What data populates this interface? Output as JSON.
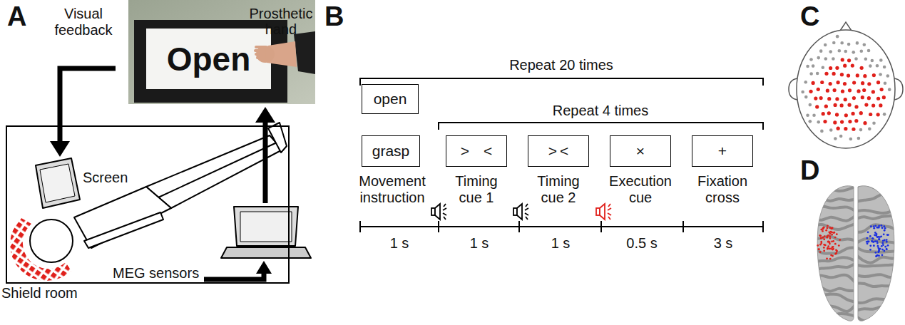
{
  "diagram": {
    "nodes": [
      {
        "text": [
          "Prosthetic hand"
        ]
      },
      {
        "text": [
          "Open"
        ],
        "in": 0
      },
      {
        "text": [
          "Shield room"
        ]
      },
      {
        "text": [
          "open"
        ]
      },
      {
        "text": [
          "grasp"
        ]
      },
      {
        "text": [
          "> <"
        ]
      },
      {
        "text": [
          "> <"
        ]
      },
      {
        "text": [
          "×"
        ]
      },
      {
        "text": [
          "+"
        ]
      }
    ],
    "labels": [
      "A",
      "Visual feedback",
      "Screen",
      "MEG sensors",
      "B",
      "Repeat 20 times",
      "Repeat 4 times",
      "Movement instruction",
      "Timing cue 1",
      "Timing cue 2",
      "Execution cue",
      "Fixation cross",
      "1 s",
      "1 s",
      "1 s",
      "0.5 s",
      "3 s",
      "C",
      "D"
    ]
  }
}
